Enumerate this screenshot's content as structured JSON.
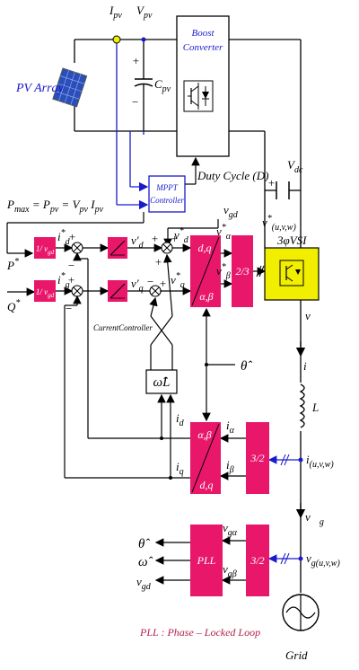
{
  "labels": {
    "ipv": "I",
    "ipv_sub": "pv",
    "vpv": "V",
    "vpv_sub": "pv",
    "pv_array": "PV  Array",
    "cpv": "C",
    "cpv_sub": "pv",
    "boost_line1": "Boost",
    "boost_line2": "Converter",
    "mppt_line1": "MPPT",
    "mppt_line2": "Controller",
    "duty_cycle": "Duty Cycle (D)",
    "vdc": "V",
    "vdc_sub": "dc",
    "pmax_eq": "P",
    "pmax_sub": "max",
    "pmax_rest": " = P",
    "pmax_pv": "pv",
    "pmax_rest2": " = V",
    "pmax_vpv": "pv",
    "pmax_i": " I",
    "pmax_ipv": "pv",
    "vgd_top": "v",
    "vgd_top_sub": "gd",
    "vuvw_star": "v",
    "vuvw_star_sub": "(u,v,w)",
    "vsi": "3φVSI",
    "p_star": "P",
    "q_star": "Q",
    "inv_vgd_1": "1/ v",
    "inv_vgd_1_sub": "gd",
    "inv_vgd_2": "1/ v",
    "inv_vgd_2_sub": "gd",
    "id_star": "i",
    "id_star_sub": "d",
    "iq_star": "i",
    "iq_star_sub": "q",
    "vd_prime": "v′",
    "vd_prime_sub": "d",
    "vq_prime": "v′",
    "vq_prime_sub": "q",
    "vd_star": "v",
    "vd_star_sub": "d",
    "vq_star": "v",
    "vq_star_sub": "q",
    "valpha_star": "v",
    "valpha_star_sub": "α",
    "vbeta_star": "v",
    "vbeta_star_sub": "β",
    "dq_ab_top": "d,q",
    "dq_ab_bottom": "α,β",
    "two_three": "2/3",
    "current_controller": "CurrentController",
    "omega_l": "ω̂L",
    "theta_hat": "θ̂",
    "v_vec": "v⃗",
    "i_vec": "i⃗",
    "inductor_l": "L",
    "id_meas": "i",
    "id_meas_sub": "d",
    "iq_meas": "i",
    "iq_meas_sub": "q",
    "ialpha": "i",
    "ialpha_sub": "α",
    "ibeta": "i",
    "ibeta_sub": "β",
    "ab_dq_top": "α,β",
    "ab_dq_bottom": "d,q",
    "three_two_1": "3/2",
    "iuvw": "i",
    "iuvw_sub": "(u,v,w)",
    "vg_vec": "v⃗",
    "vg_vec_sub": "g",
    "pll_theta": "θ̂",
    "pll_omega": "ω̂",
    "pll_vgd": "v",
    "pll_vgd_sub": "gd",
    "pll": "PLL",
    "vgalpha": "v",
    "vgalpha_sub": "gα",
    "vgbeta": "v",
    "vgbeta_sub": "gβ",
    "three_two_2": "3/2",
    "vguvw": "v",
    "vguvw_sub": "g(u,v,w)",
    "pll_caption": "PLL : Phase – Locked Loop",
    "grid": "Grid",
    "plus": "+",
    "minus": "−",
    "star": "*"
  },
  "colors": {
    "block_fill": "#e8176a",
    "vsi_fill": "#f2ee00",
    "blue": "#1a1acc",
    "caption": "#b4224a"
  }
}
